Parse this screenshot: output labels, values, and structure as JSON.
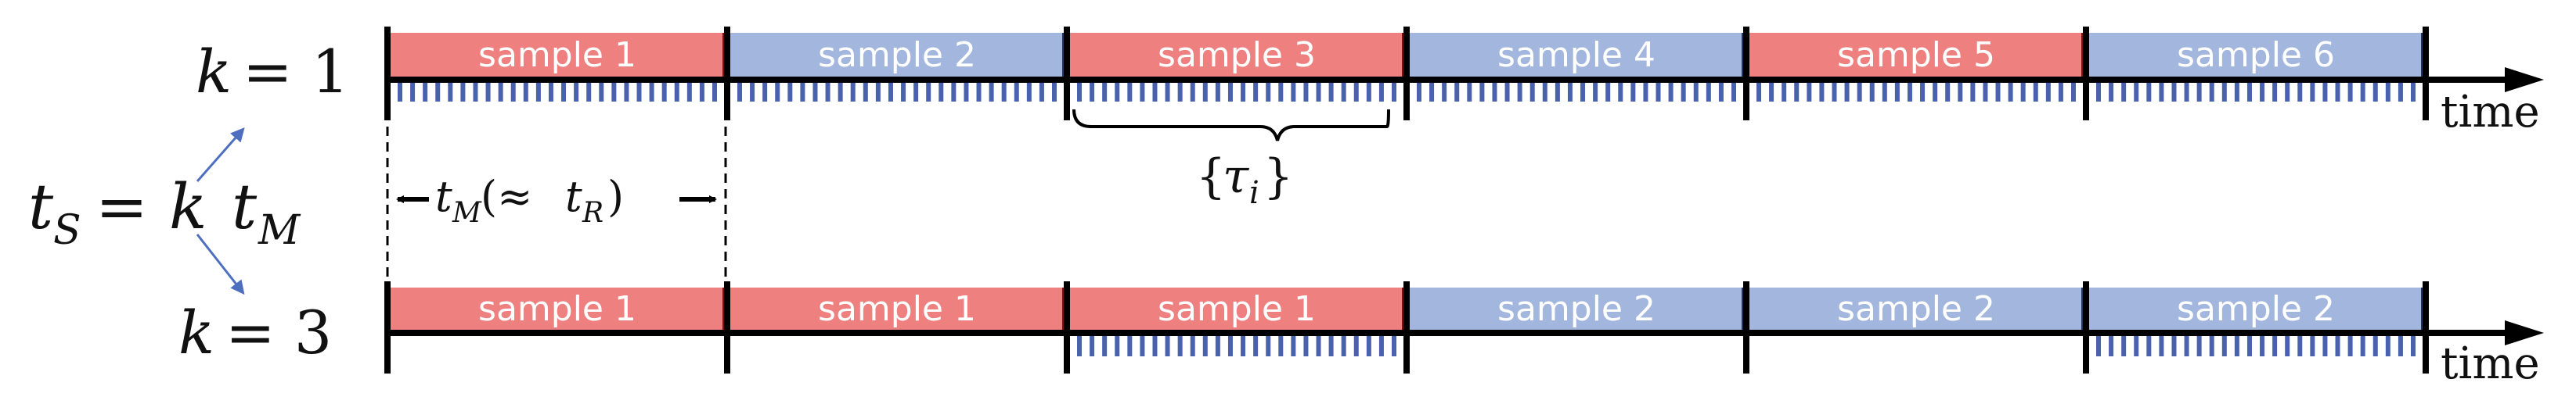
{
  "colors": {
    "red": "#EE8080",
    "blue": "#A2B6DE",
    "tick_blue": "#4A62AE",
    "red_border": "#7A1010",
    "blue_border": "#22345F",
    "arrow_blue": "#4E6FBF",
    "axis": "#000000"
  },
  "rows": [
    {
      "k_var": "k",
      "k_eq": "= 1",
      "axis_label": "time",
      "segments": [
        {
          "label": "sample 1",
          "color": "red",
          "ticks": true
        },
        {
          "label": "sample 2",
          "color": "blue",
          "ticks": true
        },
        {
          "label": "sample 3",
          "color": "red",
          "ticks": true
        },
        {
          "label": "sample 4",
          "color": "blue",
          "ticks": true
        },
        {
          "label": "sample 5",
          "color": "red",
          "ticks": true
        },
        {
          "label": "sample 6",
          "color": "blue",
          "ticks": true
        }
      ]
    },
    {
      "k_var": "k",
      "k_eq": "= 3",
      "axis_label": "time",
      "segments": [
        {
          "label": "sample 1",
          "color": "red",
          "ticks": false
        },
        {
          "label": "sample 1",
          "color": "red",
          "ticks": false
        },
        {
          "label": "sample 1",
          "color": "red",
          "ticks": true
        },
        {
          "label": "sample 2",
          "color": "blue",
          "ticks": false
        },
        {
          "label": "sample 2",
          "color": "blue",
          "ticks": false
        },
        {
          "label": "sample 2",
          "color": "blue",
          "ticks": true
        }
      ]
    }
  ],
  "equation": {
    "t": "t",
    "S": "S",
    "eq": "=",
    "k": "k",
    "M": "M"
  },
  "duration": {
    "t": "t",
    "M": "M",
    "open": "(≈",
    "t2": "t",
    "R": "R",
    "close": ")"
  },
  "tau": {
    "open": "{",
    "tau": "τ",
    "i": "i",
    "close": "}"
  }
}
